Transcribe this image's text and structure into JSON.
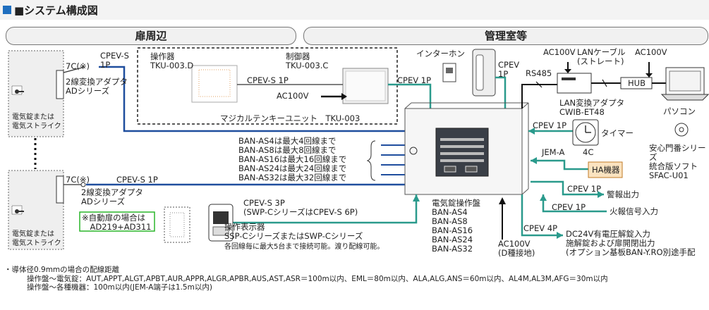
{
  "title": "■システム構成図",
  "headers": {
    "left": "扉周辺",
    "right": "管理室等"
  },
  "devices": {
    "lock1": "電気錠または\n電気ストライク",
    "lock2": "電気錠または\n電気ストライク",
    "keypad_label": "操作器\nTKU-003.D",
    "controller_label": "制御器\nTKU-003.C",
    "keypad_unit": "マジカルテンキーユニット　TKU-003",
    "intercom": "インターホン",
    "lan_adapter": "LAN変換アダプタ\nCWIB-ET48",
    "hub": "HUB",
    "pc": "パソコン",
    "software": "安心門番シリーズ\n統合版ソフト\nSFAC-U01",
    "timer": "タイマー",
    "timer_model": "4C",
    "ha": "HA機器",
    "panel": "電気錠操作盤\nBAN-AS4\nBAN-AS8\nBAN-AS16\nBAN-AS24\nBAN-AS32",
    "op_panel": "操作表示器\nSSP-CシリーズまたはSWP-Cシリーズ",
    "op_panel_note": "各回線毎に最大5台まで接続可能。渡り配線可能。",
    "ac_ground": "AC100V\n(D種接地)"
  },
  "wires": {
    "w7c_1": "7C(※)",
    "cpev_s_1p_a": "CPEV-S\n1P",
    "adapter1": "2線変換アダプタ\nADシリーズ",
    "cpev_s_1p_mid": "CPEV-S 1P",
    "ac100v_mid": "AC100V",
    "cpev_1p_ctrl": "CPEV 1P",
    "cpev_1p_intercom": "CPEV\n1P",
    "ac100v_top1": "AC100V",
    "lan_cable": "LANケーブル\n(ストレート)",
    "ac100v_top2": "AC100V",
    "rs485": "RS485",
    "cpev_1p_timer": "CPEV 1P",
    "jem_a": "JEM-A",
    "w7c_2": "7C(※)",
    "cpev_s_1p_b": "CPEV-S 1P",
    "adapter2": "2線変換アダプタ\nADシリーズ",
    "auto_door": "※自動扉の場合は\n　AD219+AD311",
    "cpev_s_3p": "CPEV-S 3P\n(SWP-CシリーズはCPEV-S 6P)",
    "cpev_1p_alarm": "CPEV 1P",
    "alarm_out": "警報出力",
    "cpev_1p_fire": "CPEV 1P",
    "fire_in": "火報信号入力",
    "cpev_4p": "CPEV 4P",
    "dc24v": "DC24V有電圧解錠入力\n施解錠および扉開閉出力\n(オプション基板BAN-Y.RO別途手配"
  },
  "ban_limits": [
    "BAN-AS4は最大4回線まで",
    "BAN-AS8は最大8回線まで",
    "BAN-AS16は最大16回線まで",
    "BAN-AS24は最大24回線まで",
    "BAN-AS32は最大32回線まで"
  ],
  "notes": {
    "head": "・導体径0.9mmの場合の配線距離",
    "line1": "操作盤～電気錠：AUT,APPT,ALGT,APBT,AUR,APPR,ALGR,APBR,AUS,AST,ASR＝100m以内、EML＝80m以内、ALA,ALG,ANS＝60m以内、AL4M,AL3M,AFG＝30m以内",
    "line2": "操作盤～各種機器：100m以内(JEM-A端子は1.5m以内)"
  },
  "colors": {
    "blue": "#1f4e9e",
    "teal": "#2a9a8c",
    "accent": "#1f6fbf"
  }
}
